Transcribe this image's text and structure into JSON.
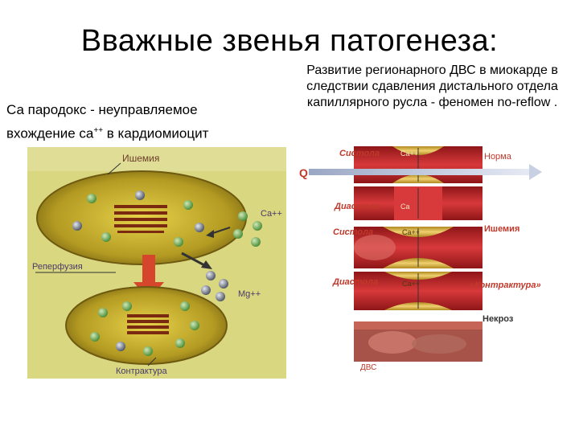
{
  "slide": {
    "title": "Вважные звенья патогенеза:",
    "left_caption_line1": "Са пародокс - неуправляемое",
    "left_caption_line2_a": "вхождение са",
    "left_caption_line2_sup": "++",
    "left_caption_line2_b": " в кардиомиоцит",
    "right_caption": "Развитие регионарного ДВС в миокарде в следствии сдавления дистального отдела капиллярного русла - феномен no-reflow ."
  },
  "left_diagram": {
    "label_ischemia": "Ишемия",
    "label_reperfusion": "Реперфузия",
    "label_ca": "Ca++",
    "label_mg": "Mg++",
    "label_contracture": "Контрактура"
  },
  "right_diagram": {
    "label_systole_1": "Систола",
    "label_q": "Q",
    "label_ca_1": "Ca++",
    "label_norm": "Норма",
    "label_diastole_1": "Диастола",
    "label_ca_2": "Ca",
    "label_systole_2": "Систола",
    "label_ca_3": "Ca++",
    "label_ischemia": "Ишемия",
    "label_diastole_2": "Диастола",
    "label_ca_4": "Ca++",
    "label_contracture": "«Контрактура»",
    "label_necrosis": "Некроз",
    "label_dvs": "ДВС"
  },
  "colors": {
    "panel_bg": "#d9d77f",
    "cell_fill": "#b8a02a",
    "vessel_red": "#c3262a",
    "vessel_gold": "#d9b23a",
    "label_red": "#c0392b"
  }
}
